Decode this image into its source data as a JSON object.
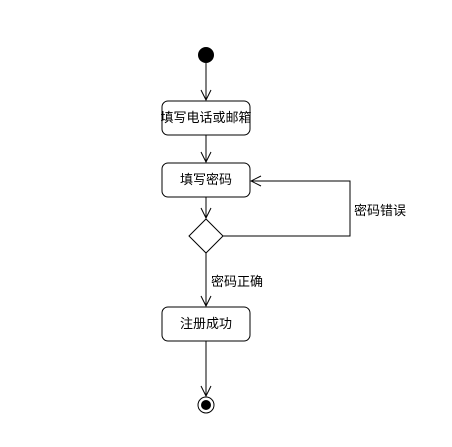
{
  "diagram": {
    "type": "uml-activity",
    "nodes": [
      {
        "id": "start",
        "kind": "initial"
      },
      {
        "id": "enter_contact",
        "kind": "action",
        "label": "填写电话或邮箱"
      },
      {
        "id": "enter_password",
        "kind": "action",
        "label": "填写密码"
      },
      {
        "id": "check",
        "kind": "decision"
      },
      {
        "id": "register_success",
        "kind": "action",
        "label": "注册成功"
      },
      {
        "id": "end",
        "kind": "final"
      }
    ],
    "edges": [
      {
        "from": "start",
        "to": "enter_contact",
        "label": ""
      },
      {
        "from": "enter_contact",
        "to": "enter_password",
        "label": ""
      },
      {
        "from": "enter_password",
        "to": "check",
        "label": ""
      },
      {
        "from": "check",
        "to": "enter_password",
        "label": "密码错误"
      },
      {
        "from": "check",
        "to": "register_success",
        "label": "密码正确"
      },
      {
        "from": "register_success",
        "to": "end",
        "label": ""
      }
    ],
    "colors": {
      "stroke": "#000000",
      "fill": "#ffffff",
      "text": "#000000"
    }
  }
}
